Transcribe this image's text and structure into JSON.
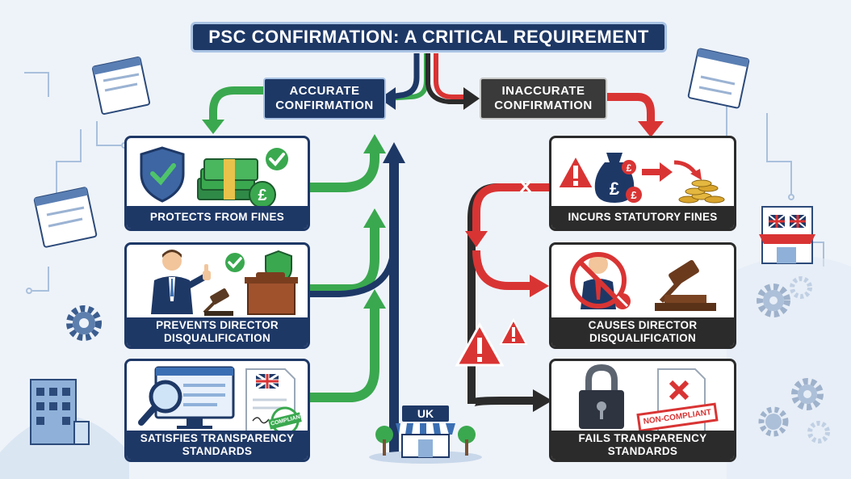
{
  "title": "PSC CONFIRMATION: A CRITICAL REQUIREMENT",
  "branches": {
    "accurate": "ACCURATE CONFIRMATION",
    "inaccurate": "INACCURATE CONFIRMATION"
  },
  "left_cards": [
    {
      "label": "PROTECTS FROM FINES"
    },
    {
      "label": "PREVENTS DIRECTOR DISQUALIFICATION"
    },
    {
      "label": "SATISFIES TRANSPARENCY STANDARDS"
    }
  ],
  "right_cards": [
    {
      "label": "INCURS STATUTORY FINES"
    },
    {
      "label": "CAUSES DIRECTOR DISQUALIFICATION"
    },
    {
      "label": "FAILS TRANSPARENCY STANDARDS"
    }
  ],
  "stamps": {
    "compliant": "COMPLIANT",
    "non_compliant": "NON-COMPLIANT"
  },
  "shop_sign": "UK",
  "colors": {
    "navy": "#1e3866",
    "green": "#3aa84f",
    "red": "#d93434",
    "dark": "#2b2b2b",
    "background": "#eef3f9"
  },
  "icons": [
    "shield-check-icon",
    "banknotes-icon",
    "pound-coin-icon",
    "checkmark-icon",
    "businessman-icon",
    "thumbs-up-icon",
    "gavel-icon",
    "magnifier-icon",
    "monitor-icon",
    "uk-flag-icon",
    "warning-icon",
    "money-bag-icon",
    "coins-icon",
    "no-person-icon",
    "padlock-icon",
    "document-x-icon",
    "storefront-icon",
    "gear-icon",
    "office-building-icon",
    "browser-window-icon"
  ]
}
